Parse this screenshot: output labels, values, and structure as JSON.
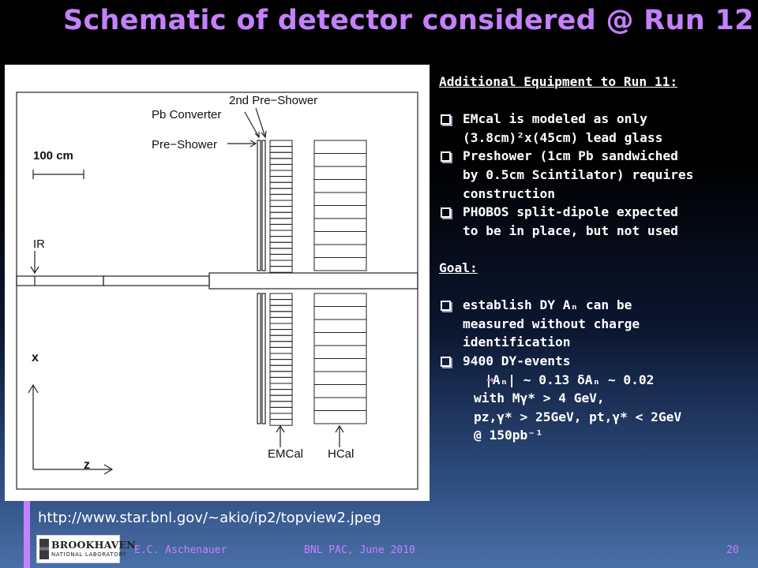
{
  "title": "Schematic of detector considered @ Run 12",
  "diagram": {
    "labels": {
      "second_preshower": "2nd Pre−Shower",
      "pb_converter": "Pb Converter",
      "preshower": "Pre−Shower",
      "scale": "100 cm",
      "ir": "IR",
      "x_axis": "x",
      "z_axis": "z",
      "emcal": "EMCal",
      "hcal": "HCal"
    }
  },
  "source_url": "http://www.star.bnl.gov/~akio/ip2/topview2.jpeg",
  "side": {
    "heading": "Additional Equipment to Run 11:",
    "equipment_bullets": [
      {
        "lines": [
          "EMcal is modeled as only",
          "(3.8cm)²x(45cm) lead glass"
        ]
      },
      {
        "lines": [
          "Preshower (1cm Pb sandwiched",
          "by 0.5cm Scintilator) requires",
          "construction"
        ]
      },
      {
        "lines": [
          "PHOBOS split-dipole expected",
          "to be in place, but not used"
        ]
      }
    ],
    "goal_heading": "Goal:",
    "goal_bullets": [
      {
        "lines": [
          "establish DY Aₙ can be",
          "measured without charge",
          "identification"
        ]
      },
      {
        "lines": [
          "9400 DY-events"
        ]
      }
    ],
    "goal_details": {
      "line1": "|Aₙ| ~ 0.13 δAₙ ~ 0.02",
      "line2": "with Mγ* > 4 GeV,",
      "line3": "pz,γ* > 25GeV, pt,γ* < 2GeV",
      "line4": "@ 150pb⁻¹"
    }
  },
  "footer": {
    "logo_main": "BROOKHAVEN",
    "logo_sub": "NATIONAL LABORATORY",
    "author": "E.C. Aschenauer",
    "event": "BNL PAC, June 2010",
    "page": "20"
  },
  "colors": {
    "accent": "#c580ff",
    "text": "#ffffff",
    "diagram_bg": "#ffffff",
    "background_top": "#000000",
    "background_bottom": "#4a6fa8"
  }
}
